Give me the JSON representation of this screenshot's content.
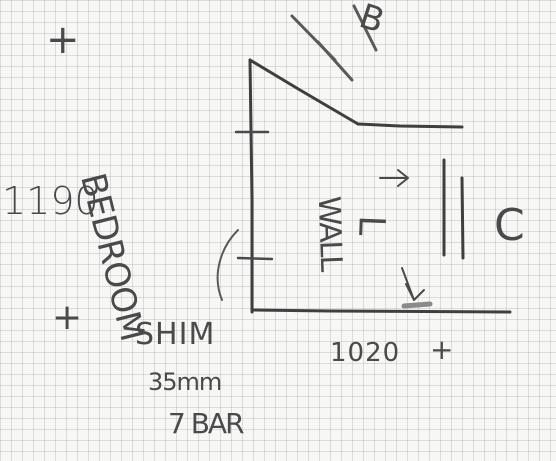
{
  "sketch": {
    "dim_height": "1190",
    "room_label": "BEDROOM",
    "wall_label": "WALL",
    "l_label": "L",
    "c_label": "C",
    "shim_label": "SHIM",
    "shim_size": "35mm",
    "bar_label": "7 BAR",
    "dim_width": "1020",
    "dim_mark": "+",
    "corner_mark": "B",
    "star_top": "+",
    "star_mid": "+"
  }
}
